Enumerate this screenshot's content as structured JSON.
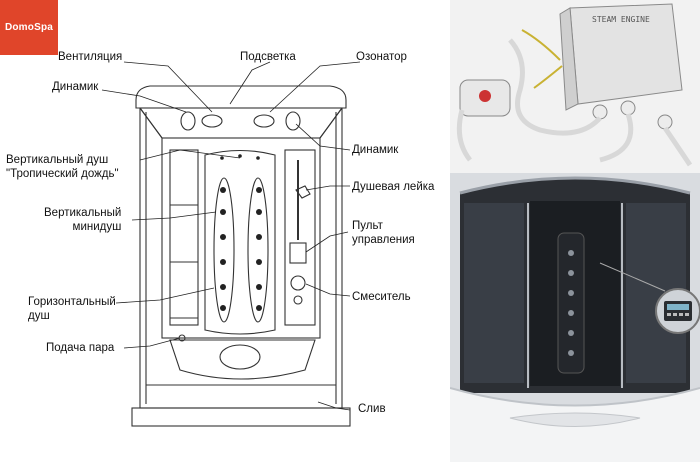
{
  "logo": {
    "text": "DomoSpa"
  },
  "diagram": {
    "labels": {
      "ventilation": "Вентиляция",
      "backlight": "Подсветка",
      "ozonator": "Озонатор",
      "speaker_left": "Динамик",
      "speaker_right": "Динамик",
      "vertical_shower_line1": "Вертикальный душ",
      "vertical_shower_line2": "\"Тропический дождь\"",
      "hand_shower": "Душевая лейка",
      "vertical_minishower_line1": "Вертикальный",
      "vertical_minishower_line2": "минидуш",
      "control_panel_line1": "Пульт",
      "control_panel_line2": "управления",
      "horizontal_shower_line1": "Горизонтальный",
      "horizontal_shower_line2": "душ",
      "mixer": "Смеситель",
      "steam_supply": "Подача пара",
      "drain": "Слив"
    }
  },
  "photos": {
    "steam_box_label": "STEAM ENGINE"
  }
}
